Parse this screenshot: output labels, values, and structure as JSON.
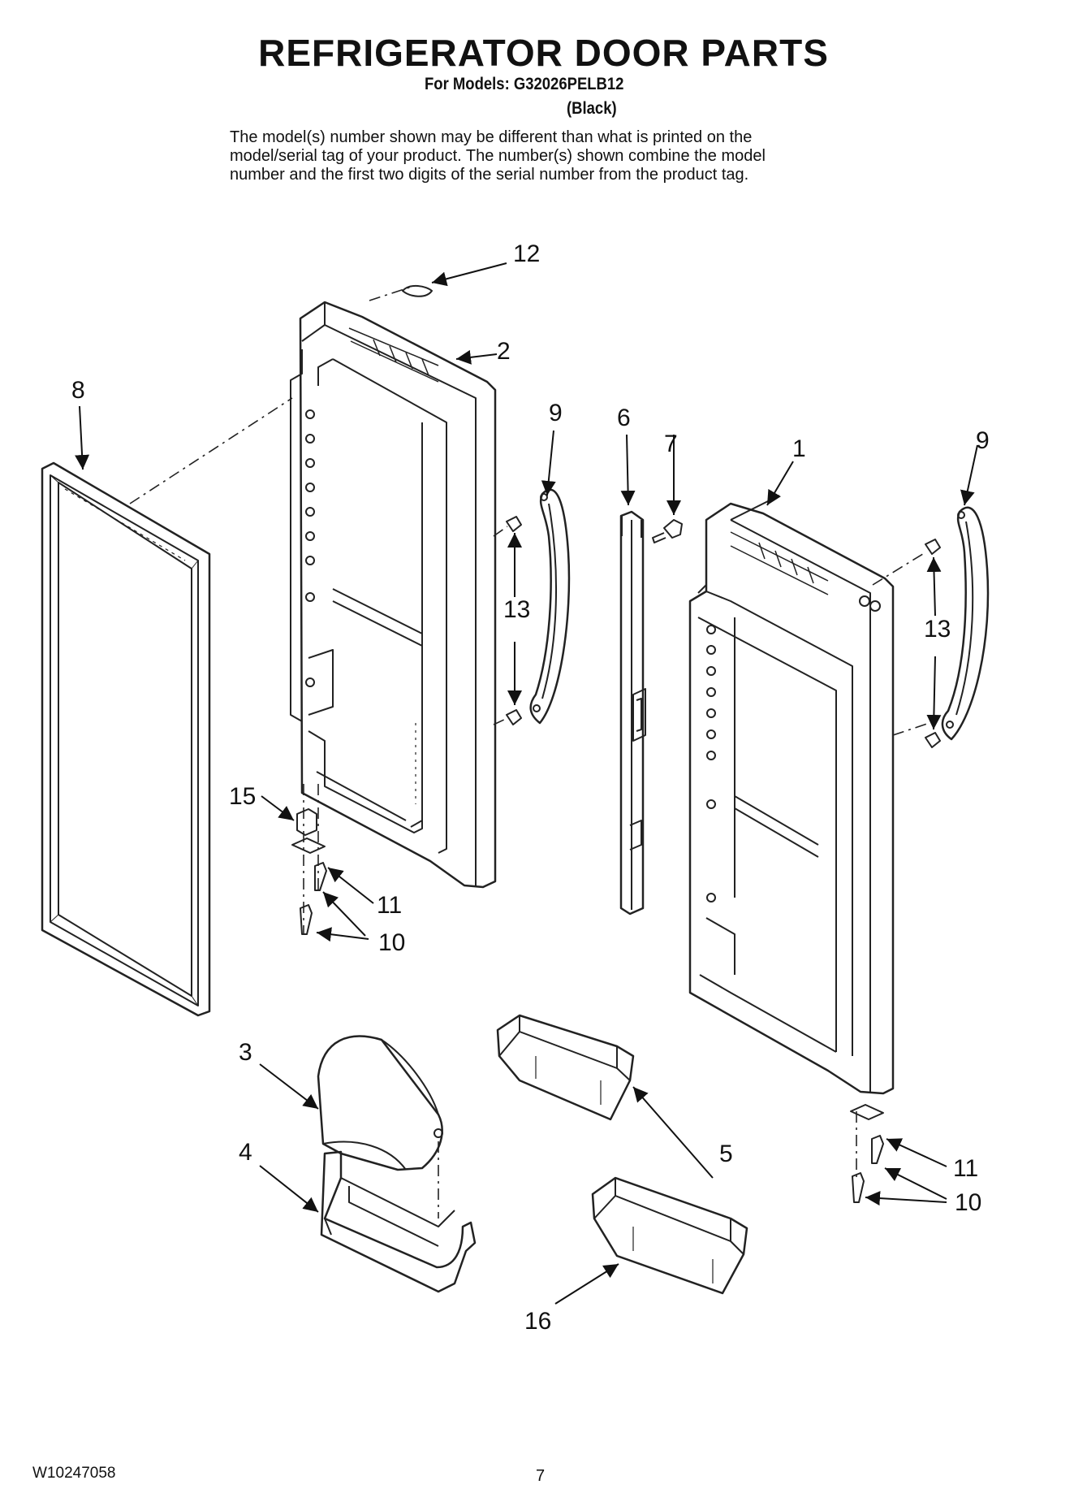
{
  "header": {
    "title": "REFRIGERATOR DOOR PARTS",
    "models": "For Models: G32026PELB12",
    "color": "(Black)",
    "disclaimer": [
      "The model(s) number shown may be different than what is printed on the",
      "model/serial tag of your product. The number(s) shown combine the model",
      "number and the first two digits of the serial number from the product tag."
    ]
  },
  "callouts": [
    "1",
    "2",
    "3",
    "4",
    "5",
    "6",
    "7",
    "8",
    "9",
    "9",
    "10",
    "10",
    "11",
    "11",
    "12",
    "13",
    "13",
    "15",
    "16"
  ],
  "footer": {
    "doc_number": "W10247058",
    "page_number": "7"
  }
}
